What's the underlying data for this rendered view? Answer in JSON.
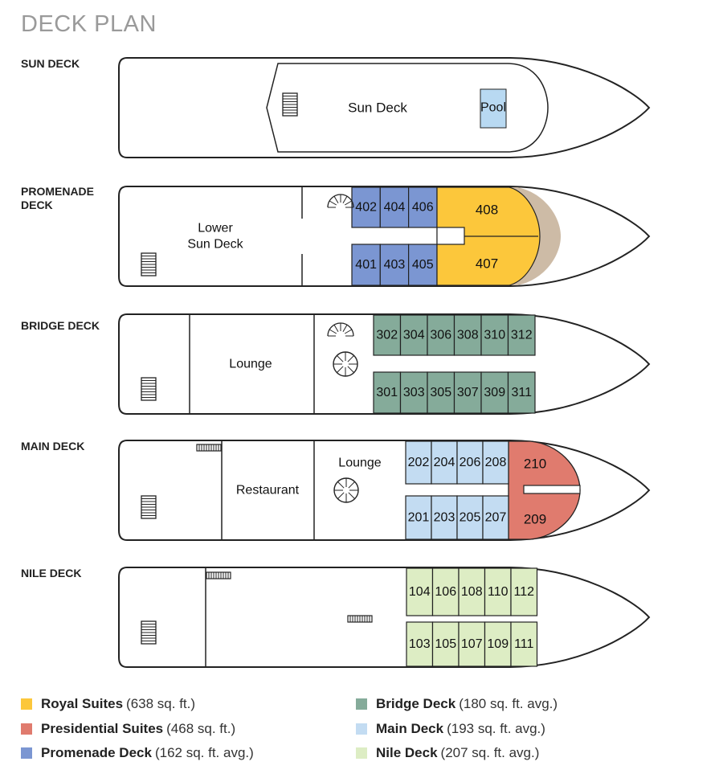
{
  "title": "DECK PLAN",
  "colors": {
    "royal": "#fcc73b",
    "presidential": "#e07b6e",
    "promenade": "#7b96d2",
    "bridge": "#85ab9a",
    "main": "#c3dcf2",
    "nile": "#ddedc4",
    "pool": "#b8d9f2",
    "tan": "#cdbba6"
  },
  "decks": {
    "sun": {
      "label": "SUN DECK",
      "areas": {
        "sun_deck": "Sun Deck",
        "pool": "Pool"
      }
    },
    "promenade": {
      "label": "PROMENADE DECK",
      "areas": {
        "lower_sun_deck_line1": "Lower",
        "lower_sun_deck_line2": "Sun Deck"
      },
      "cabins": [
        "402",
        "404",
        "406",
        "401",
        "403",
        "405"
      ],
      "suites": [
        "408",
        "407"
      ]
    },
    "bridge": {
      "label": "BRIDGE DECK",
      "areas": {
        "lounge": "Lounge"
      },
      "cabins": [
        "302",
        "304",
        "306",
        "308",
        "310",
        "312",
        "301",
        "303",
        "305",
        "307",
        "309",
        "311"
      ]
    },
    "main": {
      "label": "MAIN DECK",
      "areas": {
        "restaurant": "Restaurant",
        "lounge": "Lounge"
      },
      "cabins": [
        "202",
        "204",
        "206",
        "208",
        "201",
        "203",
        "205",
        "207"
      ],
      "suites": [
        "210",
        "209"
      ]
    },
    "nile": {
      "label": "NILE DECK",
      "cabins": [
        "104",
        "106",
        "108",
        "110",
        "112",
        "103",
        "105",
        "107",
        "109",
        "111"
      ]
    }
  },
  "legend": [
    {
      "name": "Royal Suites",
      "detail": "(638 sq. ft.)",
      "color": "#fcc73b"
    },
    {
      "name": "Presidential Suites",
      "detail": "(468 sq. ft.)",
      "color": "#e07b6e"
    },
    {
      "name": "Promenade Deck",
      "detail": "(162 sq. ft. avg.)",
      "color": "#7b96d2"
    },
    {
      "name": "Bridge Deck",
      "detail": "(180 sq. ft. avg.)",
      "color": "#85ab9a"
    },
    {
      "name": "Main Deck",
      "detail": "(193 sq. ft. avg.)",
      "color": "#c3dcf2"
    },
    {
      "name": "Nile Deck",
      "detail": "(207 sq. ft. avg.)",
      "color": "#ddedc4"
    }
  ]
}
